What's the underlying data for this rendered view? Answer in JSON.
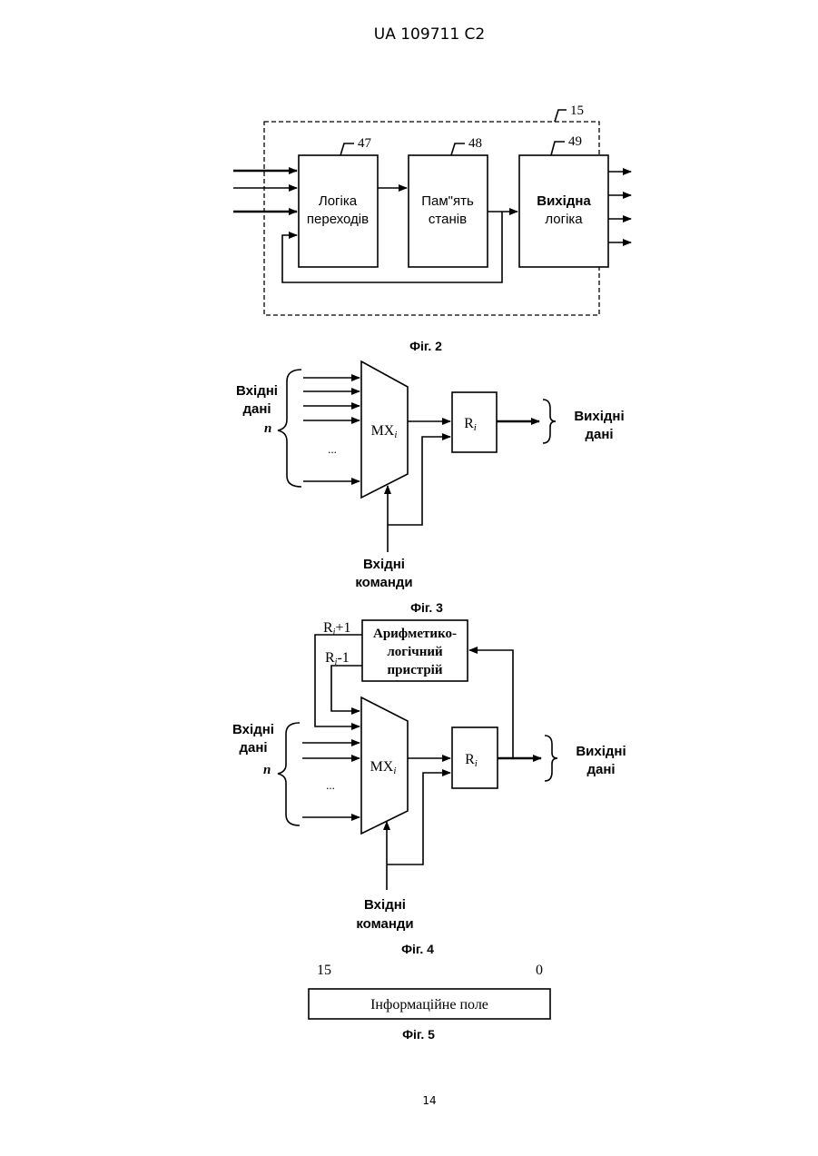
{
  "header": {
    "code": "UA   109711   C2"
  },
  "page_number": "14",
  "fig2": {
    "caption": "Фіг. 2",
    "ref_outer": "15",
    "block1": {
      "ref": "47",
      "line1": "Логіка",
      "line2": "переходів"
    },
    "block2": {
      "ref": "48",
      "line1": "Пам\"ять",
      "line2": "станів"
    },
    "block3": {
      "ref": "49",
      "line1": "Вихідна",
      "line2": "логіка"
    }
  },
  "fig3": {
    "caption": "Фіг. 3",
    "input_label_1": "Вхідні",
    "input_label_2": "дані",
    "n_label": "n",
    "mux_label": "MX",
    "mux_sub": "i",
    "reg_label": "R",
    "reg_sub": "i",
    "dots": "...",
    "output_label_1": "Вихідні",
    "output_label_2": "дані",
    "cmd_label_1": "Вхідні",
    "cmd_label_2": "команди"
  },
  "fig4": {
    "caption": "Фіг. 4",
    "alu_line1": "Арифметико-",
    "alu_line2": "логічний",
    "alu_line3": "пристрій",
    "r_plus": "R",
    "r_plus_sub": "i",
    "r_plus_suffix": "+1",
    "r_minus": "R",
    "r_minus_sub": "i",
    "r_minus_suffix": "-1",
    "input_label_1": "Вхідні",
    "input_label_2": "дані",
    "n_label": "n",
    "mux_label": "MX",
    "mux_sub": "i",
    "reg_label": "R",
    "reg_sub": "i",
    "dots": "...",
    "output_label_1": "Вихідні",
    "output_label_2": "дані",
    "cmd_label_1": "Вхідні",
    "cmd_label_2": "команди"
  },
  "fig5": {
    "caption": "Фіг. 5",
    "bit_high": "15",
    "bit_low": "0",
    "field_label": "Інформаційне поле"
  }
}
